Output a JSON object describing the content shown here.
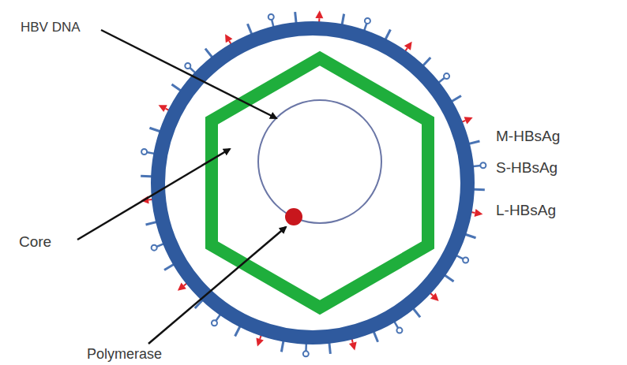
{
  "diagram": {
    "labels": [
      "HBV DNA",
      "Core",
      "Polymerase",
      "M-HBsAg",
      "S-HBsAg",
      "L-HBsAg"
    ]
  }
}
